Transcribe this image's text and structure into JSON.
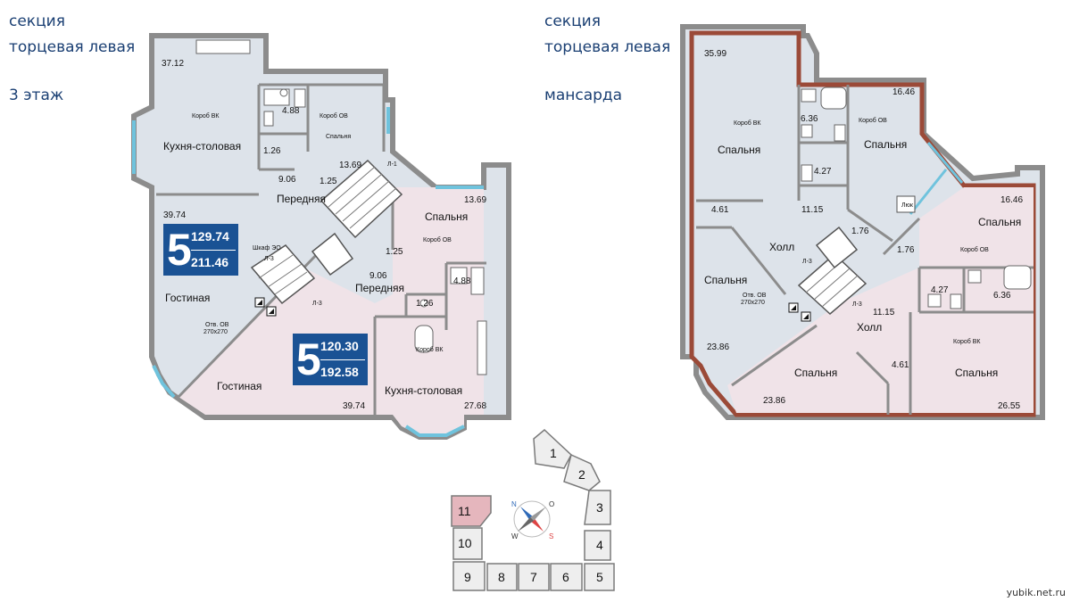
{
  "left": {
    "title1": "секция",
    "title2": "торцевая левая",
    "title3": "3 этаж",
    "badge1": {
      "rooms": "5",
      "living": "129.74",
      "total": "211.46"
    },
    "badge2": {
      "rooms": "5",
      "living": "120.30",
      "total": "192.58"
    },
    "labels": {
      "kitchen": "Кухня-столовая",
      "hall": "Передняя",
      "bedroom": "Спальня",
      "living": "Гостиная",
      "vk": "Короб ВК",
      "ov": "Короб ОВ",
      "closet": "Шкаф ЭО",
      "l1": "Л-1",
      "l3": "Л-3",
      "otv1": "Отв. ОВ",
      "otv2": "270х270"
    },
    "areas": {
      "a1": "37.12",
      "a2": "4.88",
      "a3": "1.26",
      "a4": "13.69",
      "a5": "9.06",
      "a6": "1.25",
      "a7": "39.74",
      "a8": "13.69",
      "a9": "1.25",
      "a10": "9.06",
      "a11": "4.88",
      "a12": "1.26",
      "a13": "39.74",
      "a14": "27.68"
    }
  },
  "right": {
    "title1": "секция",
    "title2": "торцевая левая",
    "title3": "мансарда",
    "labels": {
      "bedroom": "Спальня",
      "hall": "Холл",
      "vk": "Короб ВК",
      "ov": "Короб ОВ",
      "hatch": "Люк",
      "l3": "Л-3",
      "otv1": "Отв. ОВ",
      "otv2": "270х270"
    },
    "areas": {
      "b1": "35.99",
      "b2": "6.36",
      "b3": "16.46",
      "b4": "4.27",
      "b5": "4.61",
      "b6": "11.15",
      "b7": "1.76",
      "b8": "1.76",
      "b9": "16.46",
      "b10": "4.27",
      "b11": "6.36",
      "b12": "11.15",
      "b13": "23.86",
      "b14": "23.86",
      "b15": "4.61",
      "b16": "26.55"
    }
  },
  "keyplan": {
    "sections": [
      "1",
      "2",
      "3",
      "4",
      "5",
      "6",
      "7",
      "8",
      "9",
      "10",
      "11"
    ],
    "compass": {
      "n": "N",
      "s": "S",
      "w": "W",
      "o": "O"
    }
  },
  "site": "yubik.net.ru",
  "colors": {
    "title": "#1a3f73",
    "badge": "#1a5294",
    "blueRoom": "#dde3ea",
    "pinkRoom": "#f0e3e8",
    "brownWall": "#9b4a38",
    "highlight": "#e5b6bd"
  }
}
